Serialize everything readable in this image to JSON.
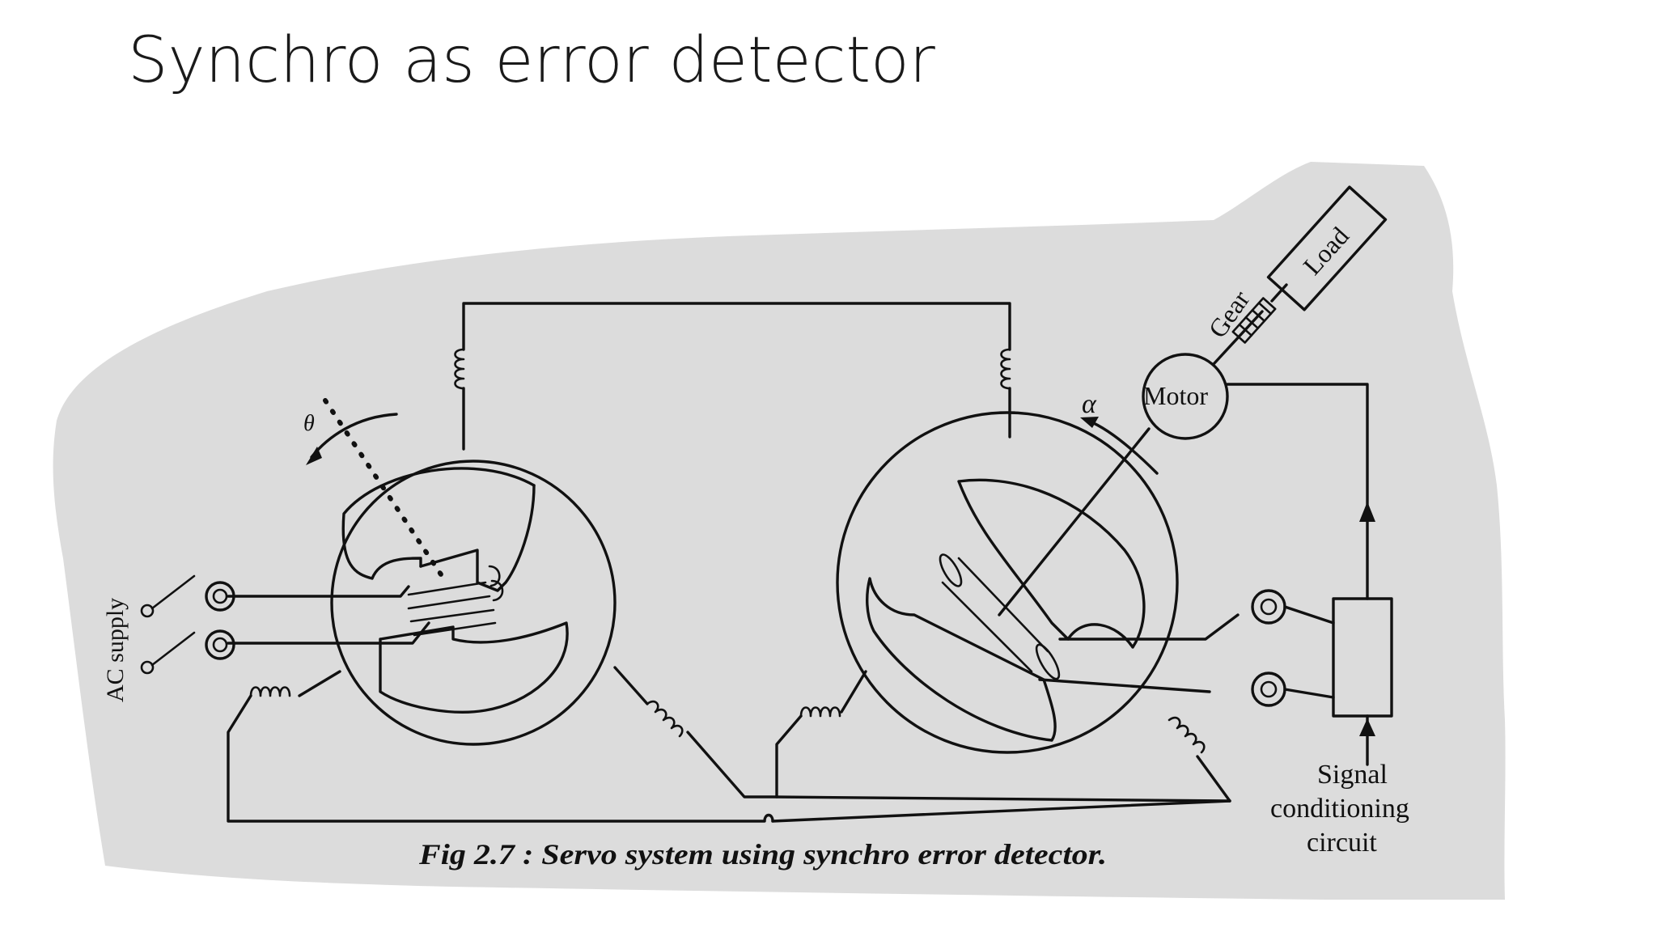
{
  "slide": {
    "title": "Synchro as error detector"
  },
  "figure": {
    "caption": "Fig 2.7 : Servo system using synchro error detector.",
    "labels": {
      "ac_supply": "AC supply",
      "theta": "θ",
      "alpha": "α",
      "motor": "Motor",
      "gear": "Gear",
      "load": "Load",
      "signal_line1": "Signal",
      "signal_line2": "conditioning",
      "signal_line3": "circuit"
    }
  },
  "colors": {
    "paper": "#dcdcdc",
    "ink": "#111111"
  }
}
